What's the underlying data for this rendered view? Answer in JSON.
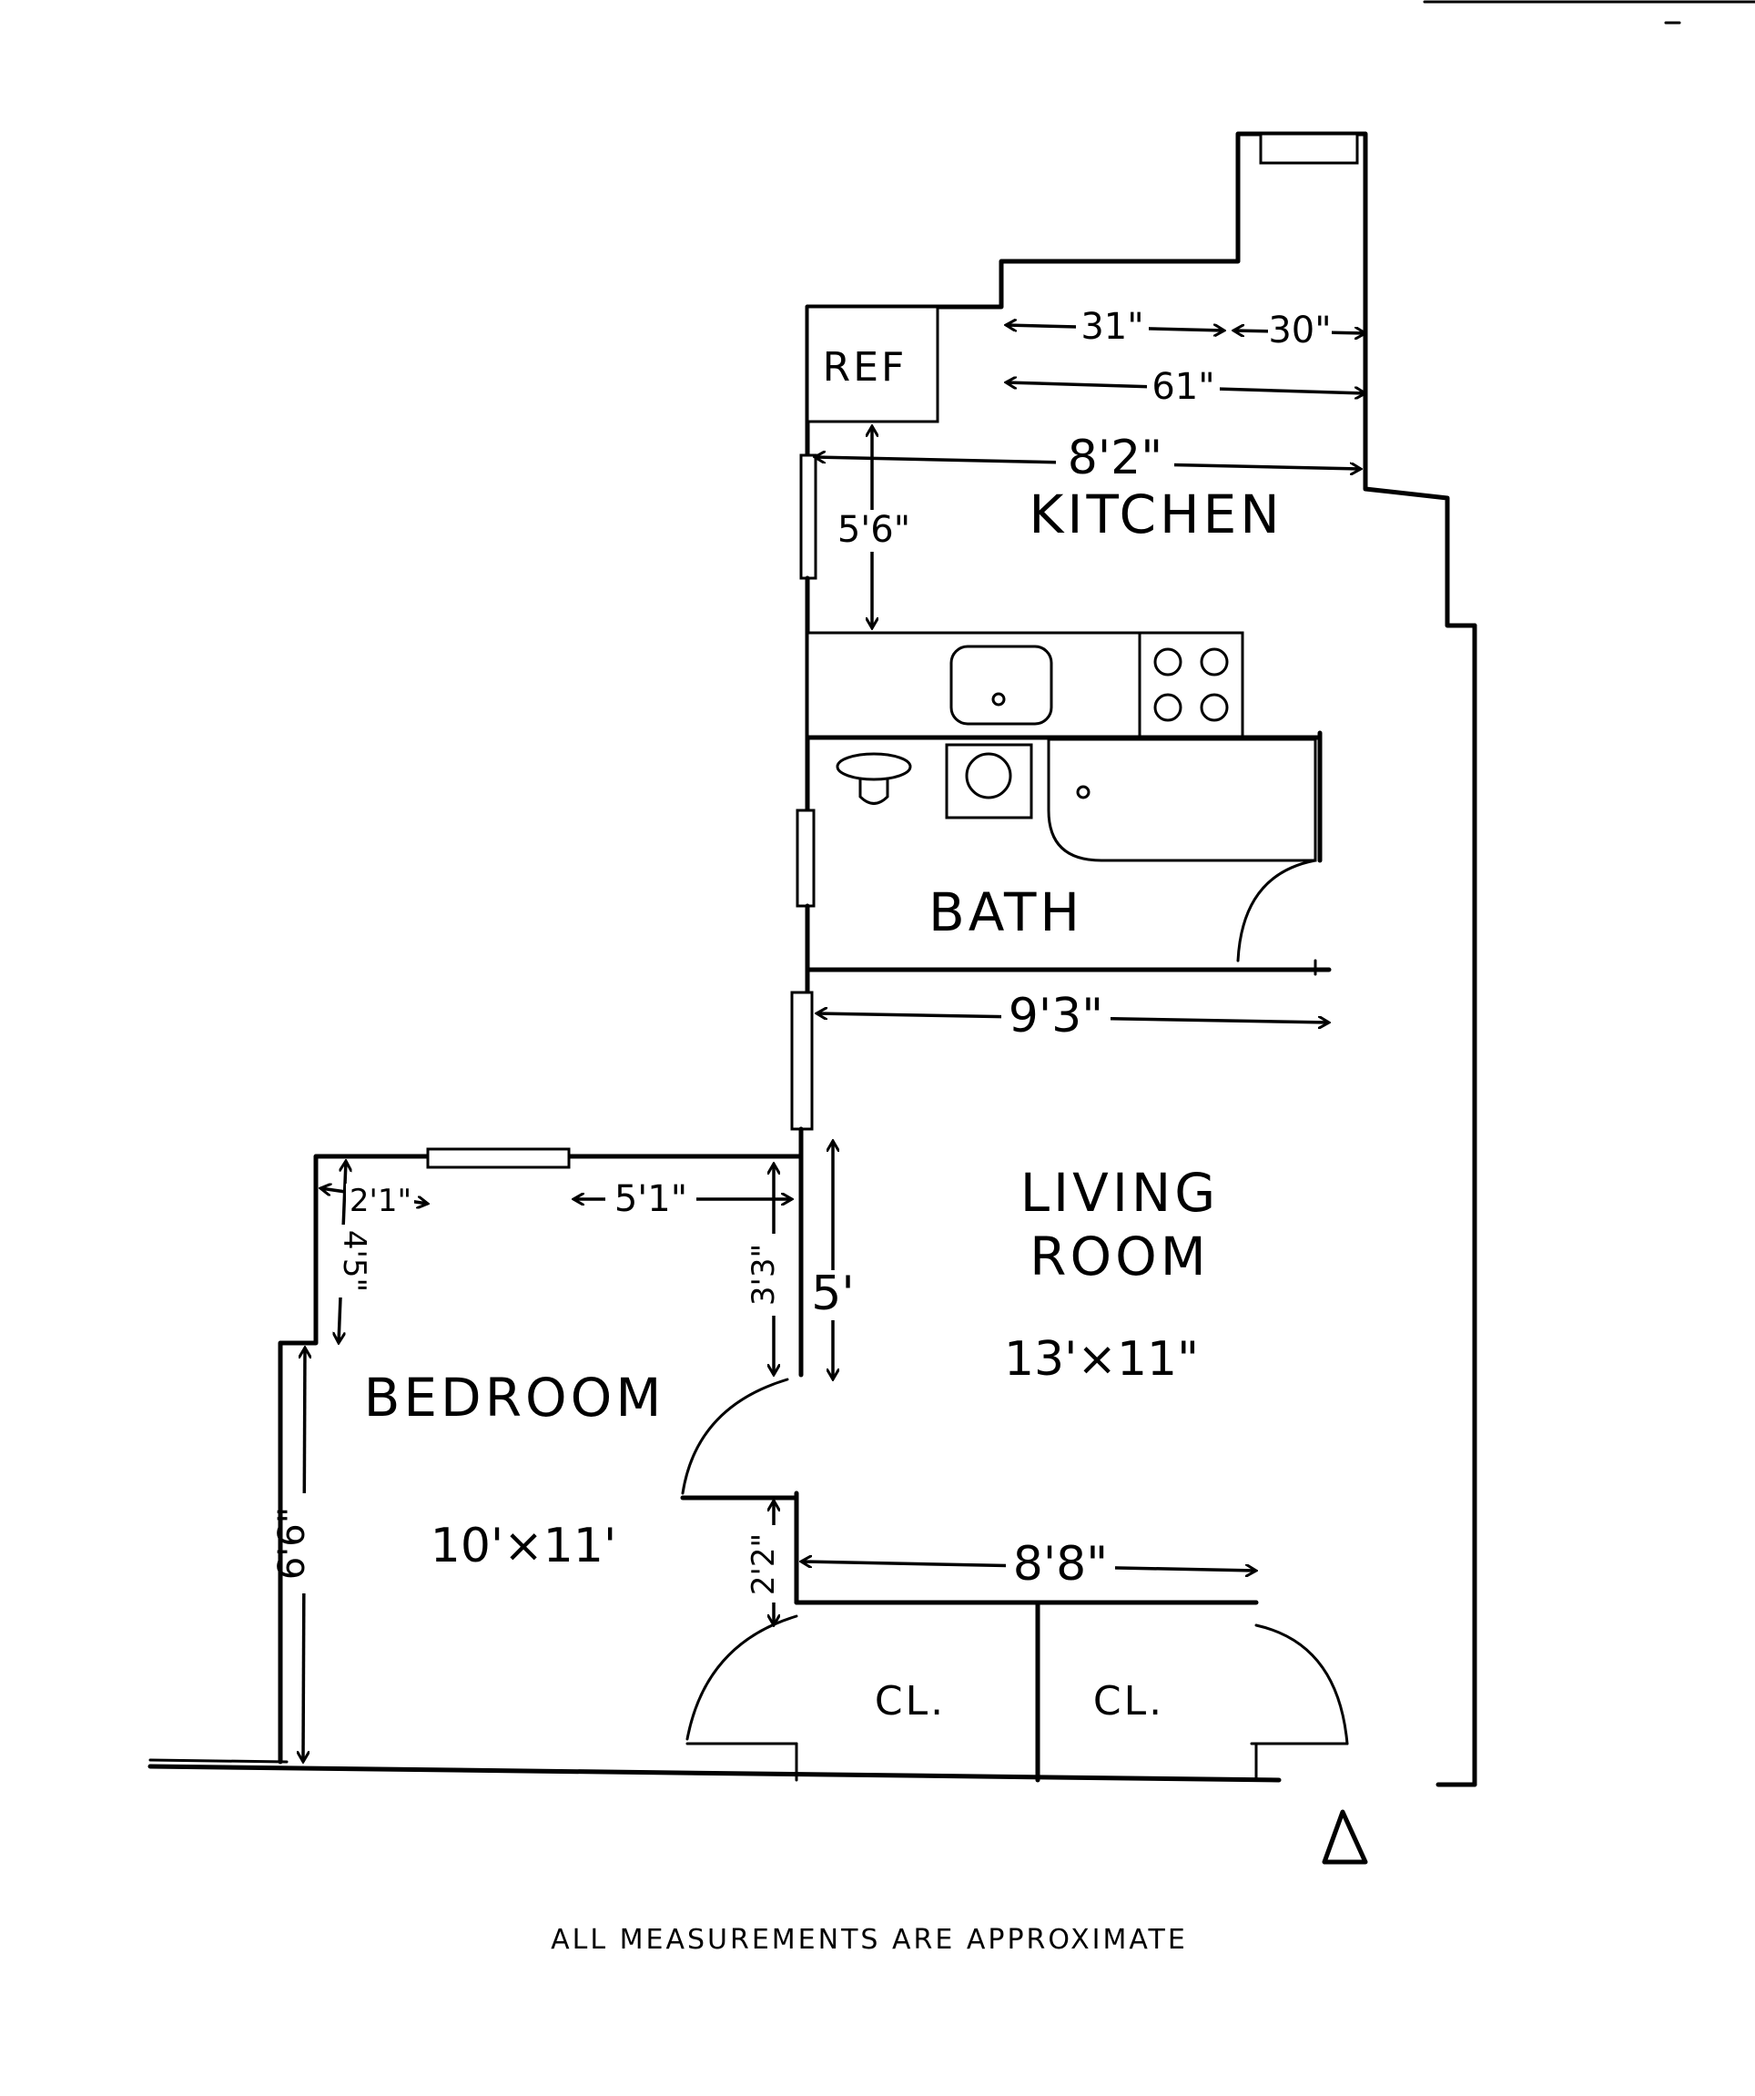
{
  "rooms": {
    "kitchen": "KITCHEN",
    "bath": "BATH",
    "living_room_line1": "LIVING",
    "living_room_line2": "ROOM",
    "living_room_size": "13'×11\"",
    "bedroom": "BEDROOM",
    "bedroom_size": "10'×11'",
    "closet_left": "CL.",
    "closet_right": "CL.",
    "refrigerator": "REF"
  },
  "dimensions": {
    "kitchen_counter_left": "31\"",
    "kitchen_counter_right": "30\"",
    "kitchen_counter_total": "61\"",
    "kitchen_width": "8'2\"",
    "kitchen_depth": "5'6\"",
    "living_width": "9'3\"",
    "living_wall_segment": "5'",
    "bedroom_wall_top_left": "2'1\"",
    "bedroom_wall_top_right": "5'1\"",
    "bedroom_wall_left_upper": "4'5\"",
    "bedroom_wall_right_upper": "3'3\"",
    "bedroom_wall_left_lower": "6'6\"",
    "closet_wall": "2'2\"",
    "closets_width": "8'8\""
  },
  "footer": {
    "note": "ALL MEASUREMENTS ARE APPROXIMATE"
  },
  "icons": [
    "entrance-triangle-icon",
    "north-arrow"
  ]
}
